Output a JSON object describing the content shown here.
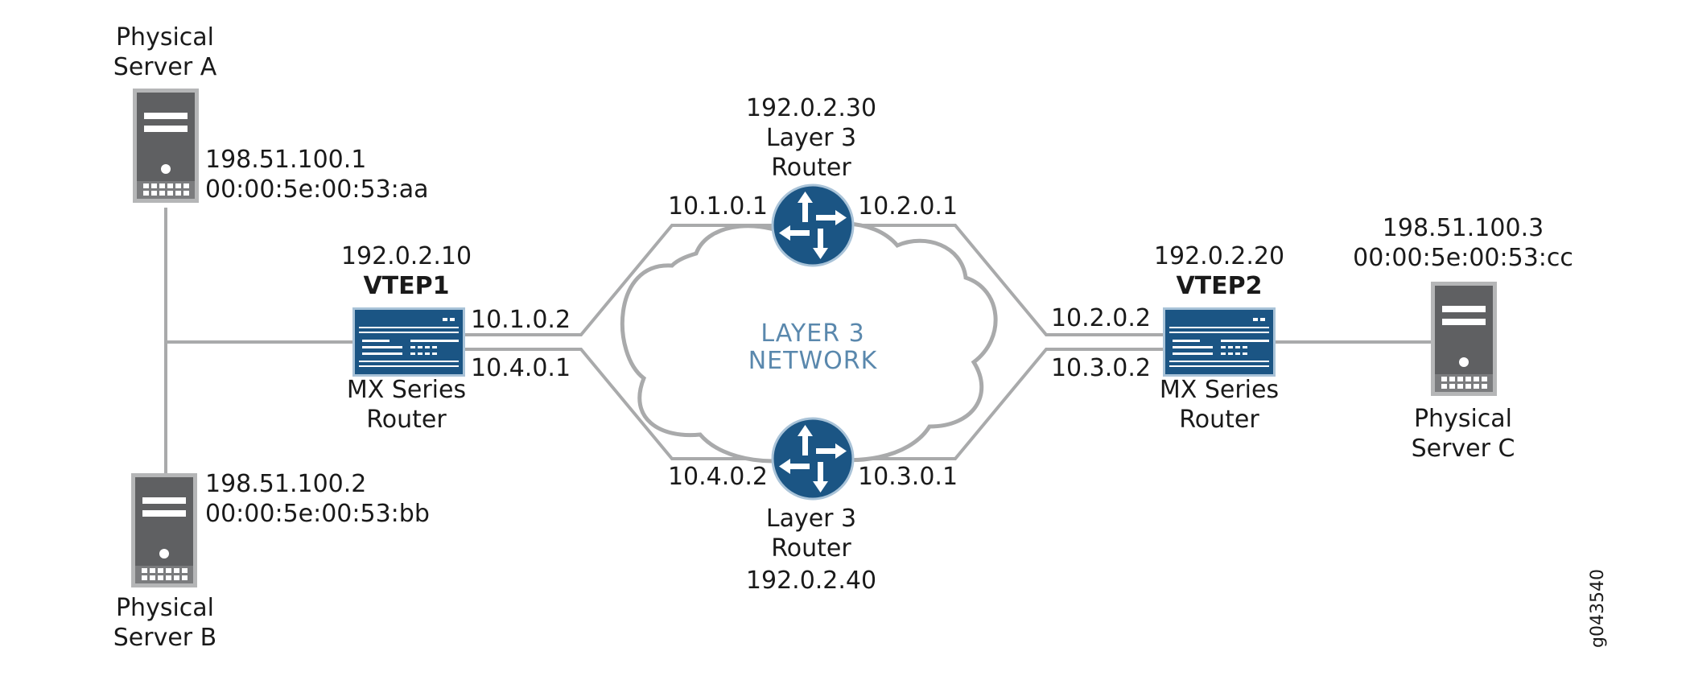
{
  "servers": {
    "a": {
      "name_line1": "Physical",
      "name_line2": "Server A",
      "ip": "198.51.100.1",
      "mac": "00:00:5e:00:53:aa"
    },
    "b": {
      "name_line1": "Physical",
      "name_line2": "Server B",
      "ip": "198.51.100.2",
      "mac": "00:00:5e:00:53:bb"
    },
    "c": {
      "name_line1": "Physical",
      "name_line2": "Server C",
      "ip": "198.51.100.3",
      "mac": "00:00:5e:00:53:cc"
    }
  },
  "vtep1": {
    "ip": "192.0.2.10",
    "name": "VTEP1",
    "type_line1": "MX Series",
    "type_line2": "Router",
    "if_top": "10.1.0.2",
    "if_bottom": "10.4.0.1"
  },
  "vtep2": {
    "ip": "192.0.2.20",
    "name": "VTEP2",
    "type_line1": "MX Series",
    "type_line2": "Router",
    "if_top": "10.2.0.2",
    "if_bottom": "10.3.0.2"
  },
  "router_top": {
    "ip": "192.0.2.30",
    "name_line1": "Layer 3",
    "name_line2": "Router",
    "if_left": "10.1.0.1",
    "if_right": "10.2.0.1"
  },
  "router_bottom": {
    "ip": "192.0.2.40",
    "name_line1": "Layer 3",
    "name_line2": "Router",
    "if_left": "10.4.0.2",
    "if_right": "10.3.0.1"
  },
  "network": {
    "line1": "LAYER 3",
    "line2": "NETWORK"
  },
  "figure_id": "g043540",
  "colors": {
    "link": "#a9aaab",
    "router": "#1b5584",
    "cloud_text": "#5a88ad",
    "server_frame": "#b5b6b7",
    "server_body": "#5f6062"
  }
}
